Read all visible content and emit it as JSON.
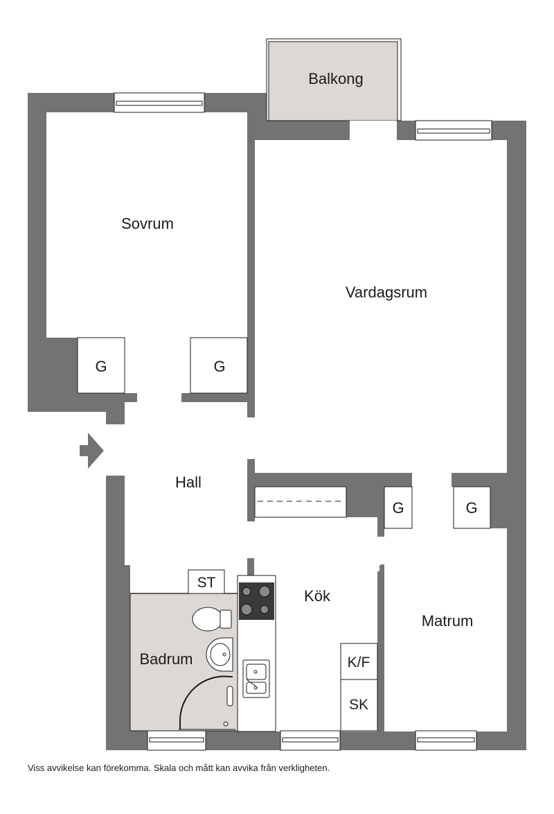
{
  "rooms": {
    "balkong": "Balkong",
    "sovrum": "Sovrum",
    "vardagsrum": "Vardagsrum",
    "hall": "Hall",
    "kok": "Kök",
    "matrum": "Matrum",
    "badrum": "Badrum"
  },
  "fixtures": {
    "wardrobe": "G",
    "storage": "ST",
    "fridge_freezer": "K/F",
    "cabinet": "SK"
  },
  "disclaimer": "Viss avvikelse kan förekomma. Skala och mått kan avvika från verkligheten.",
  "colors": {
    "wall": "#737373",
    "balcony_floor": "#ddd8d4",
    "bathroom_floor": "#ddd8d4",
    "floor": "#ffffff",
    "line": "#1a1a1a",
    "stove": "#3a3a3a"
  }
}
